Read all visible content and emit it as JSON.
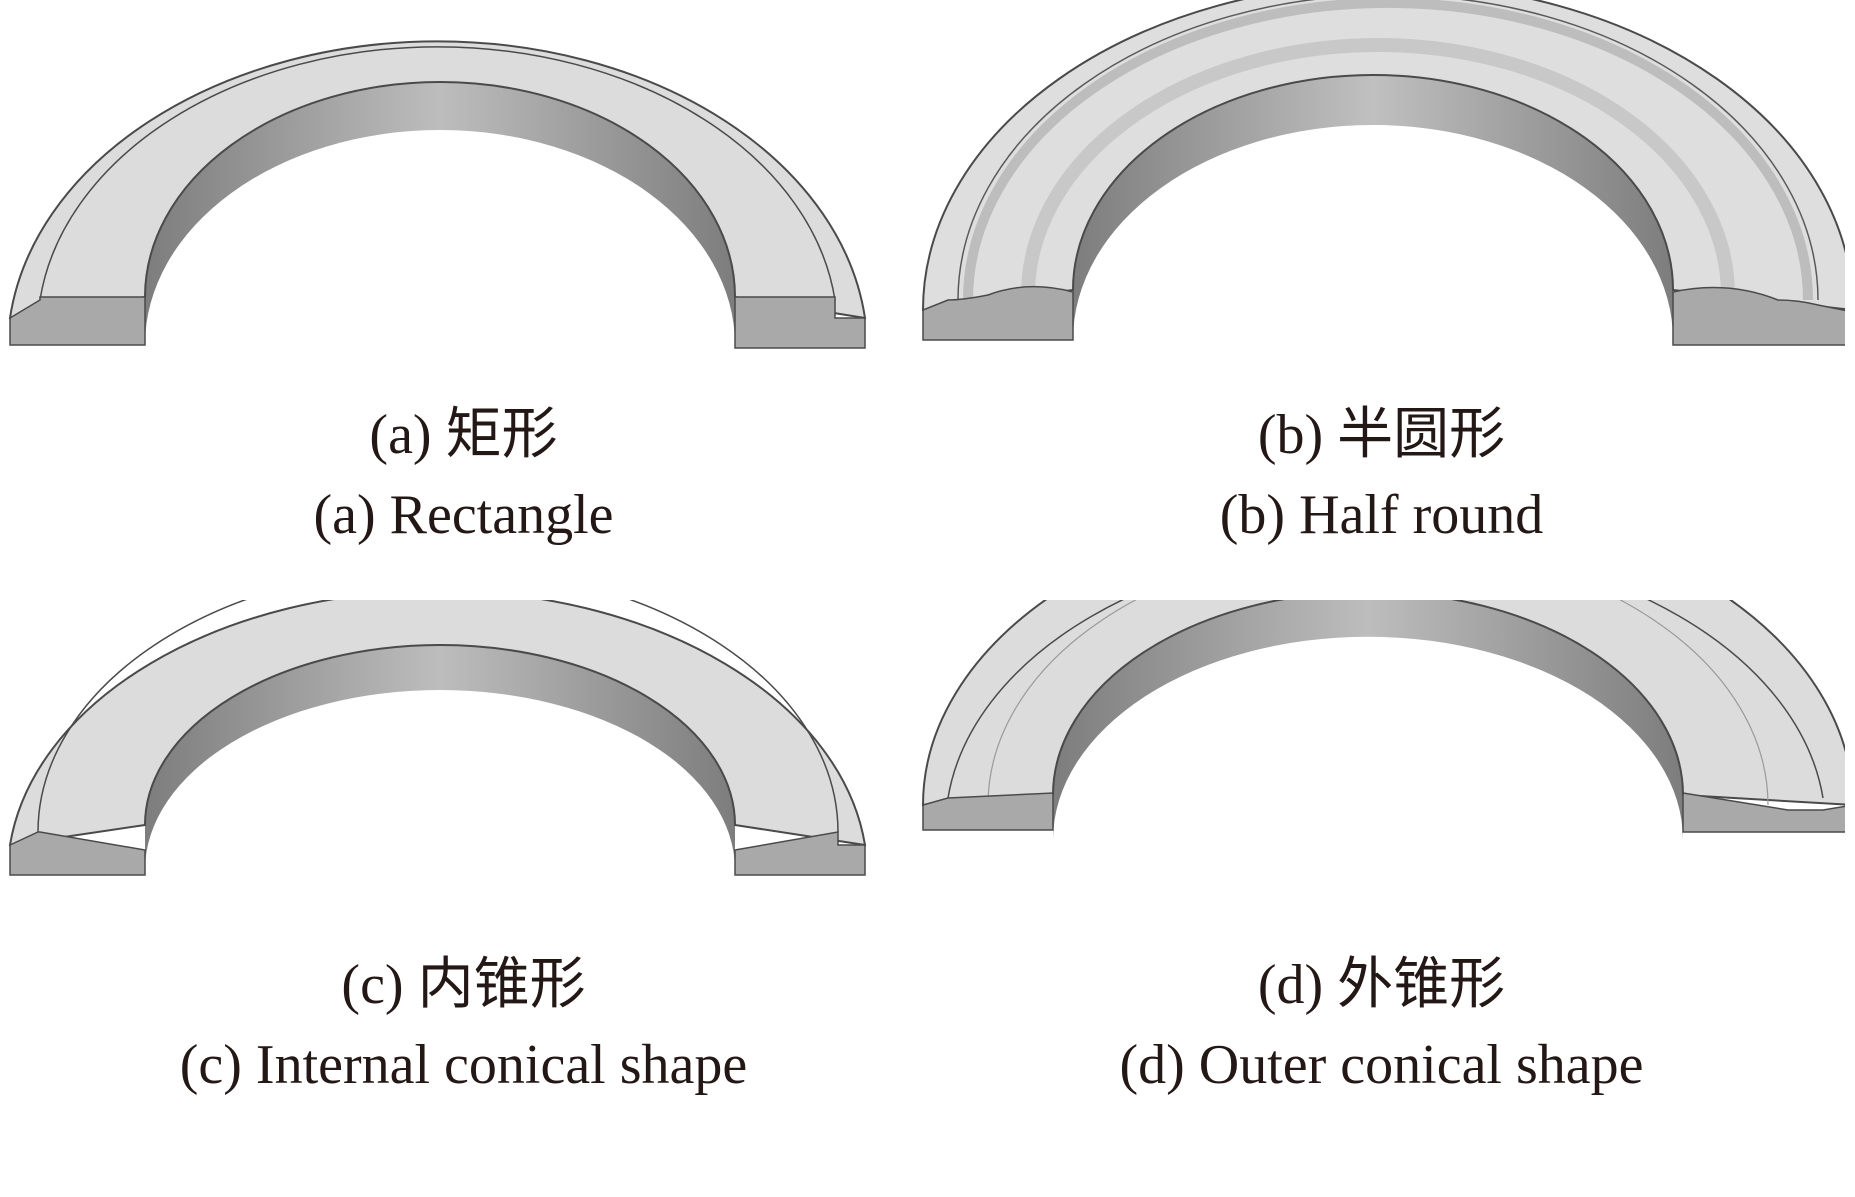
{
  "figures": [
    {
      "id": "a",
      "caption_cn": "(a) 矩形",
      "caption_en": "(a) Rectangle",
      "groove": "rectangle"
    },
    {
      "id": "b",
      "caption_cn": "(b) 半圆形",
      "caption_en": "(b) Half round",
      "groove": "half-round"
    },
    {
      "id": "c",
      "caption_cn": "(c) 内锥形",
      "caption_en": "(c) Internal conical shape",
      "groove": "internal-conical"
    },
    {
      "id": "d",
      "caption_cn": "(d) 外锥形",
      "caption_en": "(d) Outer conical shape",
      "groove": "outer-conical"
    }
  ],
  "colors": {
    "face": "#dcdcdc",
    "inner_wall": "#8e8e8e",
    "end_cap": "#a9a9a9",
    "edge": "#4a4a4a",
    "caption": "#231815"
  }
}
